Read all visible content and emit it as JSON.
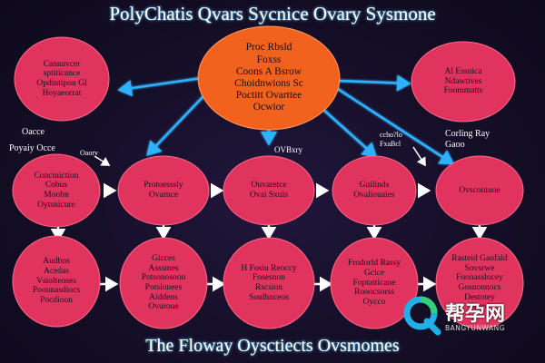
{
  "title_top": "PolyChatis Qvars Sycnice Ovary Sysmone",
  "title_bottom": "The Floway Oysctiects Ovsmomes",
  "hub": {
    "label": "Proc Rbsld\nFoxss\nCoons A Bsrow\nChoidnwions Sc\nPoctitt Ovarttee\nOcwior",
    "color": "#f2621f"
  },
  "node_color": "#e0345e",
  "top_left": {
    "label": "Cannavcer\nsptiticance\nOpdintipon Gl\nHoyaeorrat"
  },
  "top_right": {
    "label": "Al Essnica\nNdawtives\nFoommatts"
  },
  "row1": [
    {
      "label": "Conciniction\nCobus\nMoobn\nOytsnicure"
    },
    {
      "label": "Protoesssly\nOvarnce"
    },
    {
      "label": "Ouvaretce\nOvai Sxuis"
    },
    {
      "label": "Guilinds\nOvaliouaies"
    },
    {
      "label": "Ovsconiuoe"
    }
  ],
  "row2": [
    {
      "label": "Audbns\nAcedas\nVsiolteoses\nPoounasdiocs\nPocdioon"
    },
    {
      "label": "Gicces\nAsssmes\nPotsonosoon\nPotsionees\nAiddens\nOvuroue"
    },
    {
      "label": "H Fosiu Reoccy\nFosesnon\nRscsion\nSoulhnceos"
    },
    {
      "label": "Frodorld Rassy\nGcice\nFoptatticane\nRooocsorss\nOycco"
    },
    {
      "label": "Rasteid Gaofald\nSovsrwe\nFoonasslocey\nGosnonnocs\nDestotey\nSzerd"
    }
  ],
  "side_labels": {
    "left_a": "Oacce",
    "left_b": "Poyaiy Occe",
    "mid": "Oaorv",
    "center": "OVBxry",
    "right_top": "ccho?lo\nFxaBcl",
    "right": "Corling Ray\nGaoo"
  },
  "watermark": {
    "text": "帮孕网",
    "sub": "BANGYUNWANG",
    "icon": "q-logo-icon"
  }
}
